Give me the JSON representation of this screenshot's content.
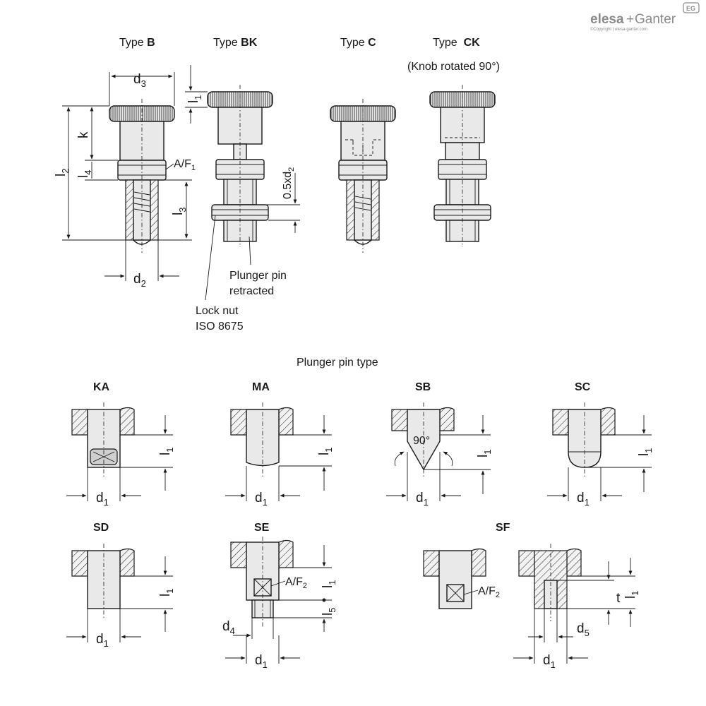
{
  "brand": {
    "name_left": "elesa",
    "name_sep": "+",
    "name_right": "Ganter",
    "badge": "EG",
    "copyright": "©Copyright | elesa-ganter.com"
  },
  "types": {
    "b_prefix": "Type ",
    "b_bold": "B",
    "bk_prefix": "Type ",
    "bk_bold": "BK",
    "c_prefix": "Type ",
    "c_bold": "C",
    "ck_prefix": "Type  ",
    "ck_bold": "CK",
    "ck_note": "(Knob rotated 90°)"
  },
  "dimensions": {
    "d3": "d3",
    "k": "k",
    "l2": "l2",
    "l4": "l4",
    "l3": "l3",
    "l1": "l1",
    "d2": "d2",
    "af1": "A/F1",
    "half_d2": "0.5xd2"
  },
  "callouts": {
    "plunger_retracted_1": "Plunger pin",
    "plunger_retracted_2": "retracted",
    "lock_nut_1": "Lock nut",
    "lock_nut_2": "ISO 8675"
  },
  "plunger_section": {
    "title": "Plunger pin type",
    "pins": [
      "KA",
      "MA",
      "SB",
      "SC",
      "SD",
      "SE",
      "SF"
    ],
    "angle": "90°",
    "d1": "d1",
    "l1": "l1",
    "l5": "l5",
    "d4": "d4",
    "d5": "d5",
    "t": "t",
    "af2": "A/F2"
  }
}
